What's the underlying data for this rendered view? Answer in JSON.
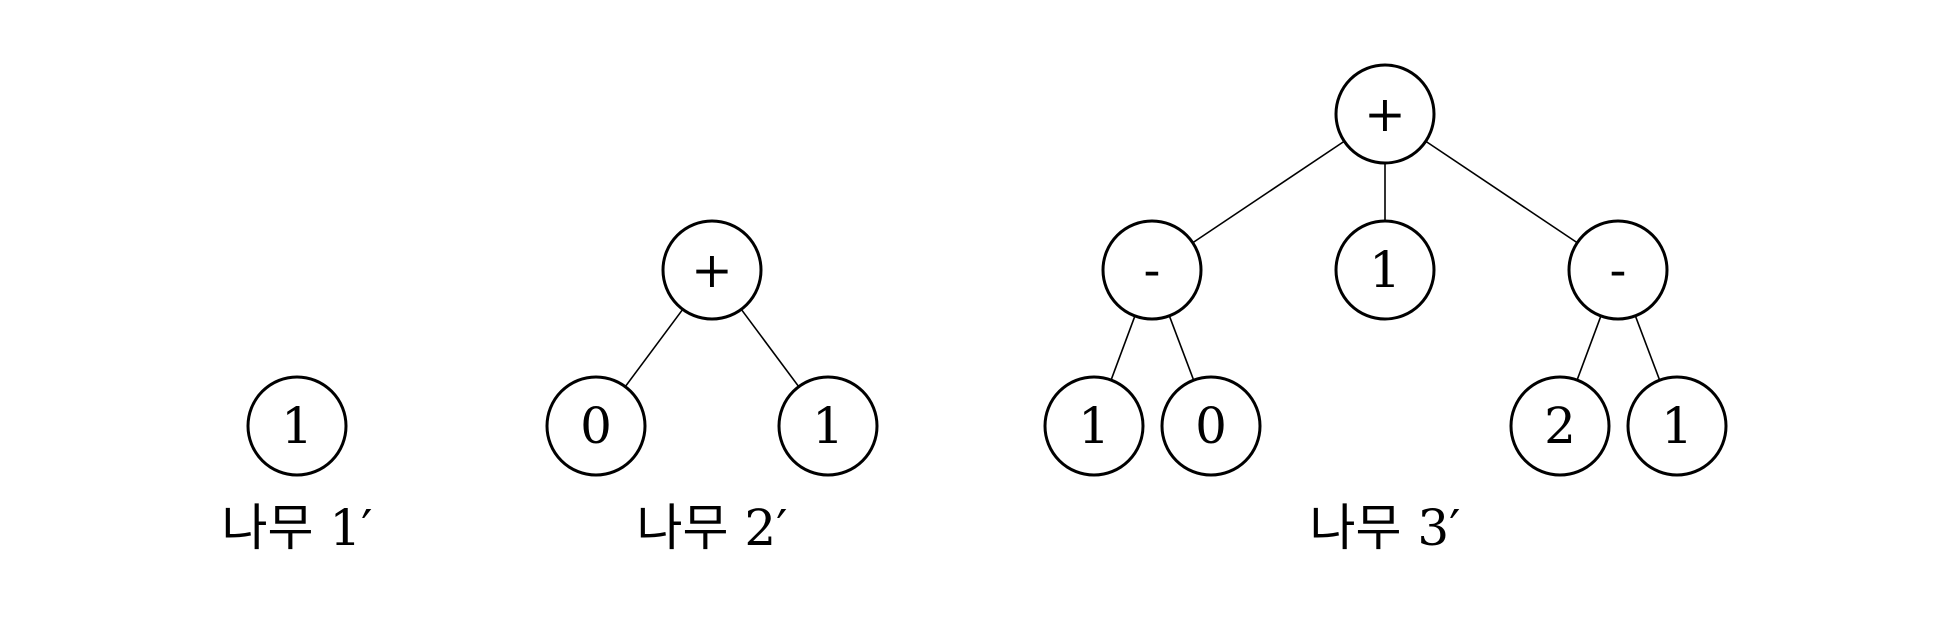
{
  "trees": [
    {
      "caption": "나무 1′",
      "nodes": [
        {
          "label": "1"
        }
      ],
      "edges": []
    },
    {
      "caption": "나무 2′",
      "nodes": [
        {
          "label": "+"
        },
        {
          "label": "0"
        },
        {
          "label": "1"
        }
      ],
      "edges": [
        [
          0,
          1
        ],
        [
          0,
          2
        ]
      ]
    },
    {
      "caption": "나무 3′",
      "nodes": [
        {
          "label": "+"
        },
        {
          "label": "-"
        },
        {
          "label": "1"
        },
        {
          "label": "-"
        },
        {
          "label": "1"
        },
        {
          "label": "0"
        },
        {
          "label": "2"
        },
        {
          "label": "1"
        }
      ],
      "edges": [
        [
          0,
          1
        ],
        [
          0,
          2
        ],
        [
          0,
          3
        ],
        [
          1,
          4
        ],
        [
          1,
          5
        ],
        [
          3,
          6
        ],
        [
          3,
          7
        ]
      ]
    }
  ]
}
